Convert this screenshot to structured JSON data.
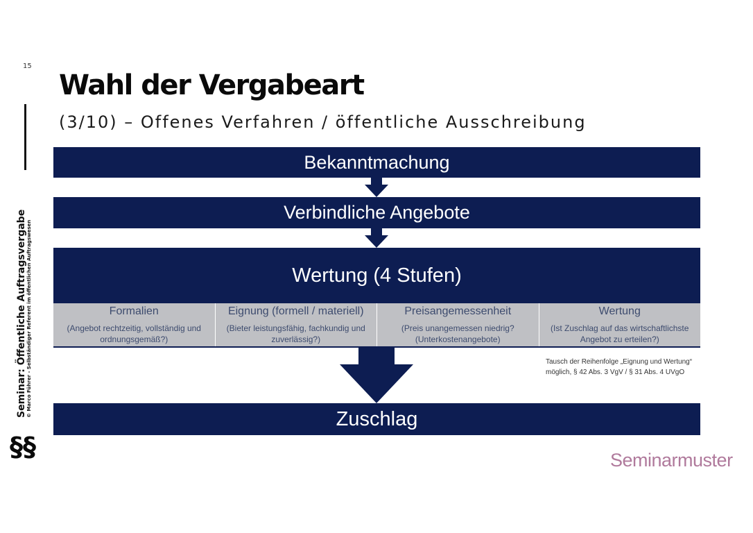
{
  "slide": {
    "page_number": "15",
    "title": "Wahl der Vergabeart",
    "subtitle": "(3/10) – Offenes Verfahren / öffentliche Ausschreibung"
  },
  "sidebar": {
    "title": "Seminar: Öffentliche Auftragsvergabe",
    "subtitle": "© Marco Führer - Selbständiger Referent im öffentlichen Auftragswesen",
    "symbol": "§§"
  },
  "flow": {
    "step1": "Bekanntmachung",
    "step2": "Verbindliche Angebote",
    "step3": "Wertung (4 Stufen)",
    "stages": [
      {
        "heading": "Formalien",
        "detail": "(Angebot rechtzeitig, vollständig und\nordnungsgemäß?)"
      },
      {
        "heading": "Eignung (formell / materiell)",
        "detail": "(Bieter leistungsfähig, fachkundig und\nzuverlässig?)"
      },
      {
        "heading": "Preisangemessenheit",
        "detail": "(Preis unangemessen niedrig?\n(Unterkostenangebote)"
      },
      {
        "heading": "Wertung",
        "detail": "(Ist Zuschlag auf das wirtschaftlichste\nAngebot zu erteilen?)"
      }
    ],
    "step4": "Zuschlag"
  },
  "note": "Tausch der Reihenfolge „Eignung und Wertung“ möglich, § 42 Abs. 3 VgV / § 31 Abs. 4 UVgO",
  "logo": "Seminarmuster",
  "colors": {
    "box": "#0d1d52",
    "stage_band": "#bfc0c4",
    "stage_text": "#3d4b6e",
    "logo": "#b07a9c"
  }
}
